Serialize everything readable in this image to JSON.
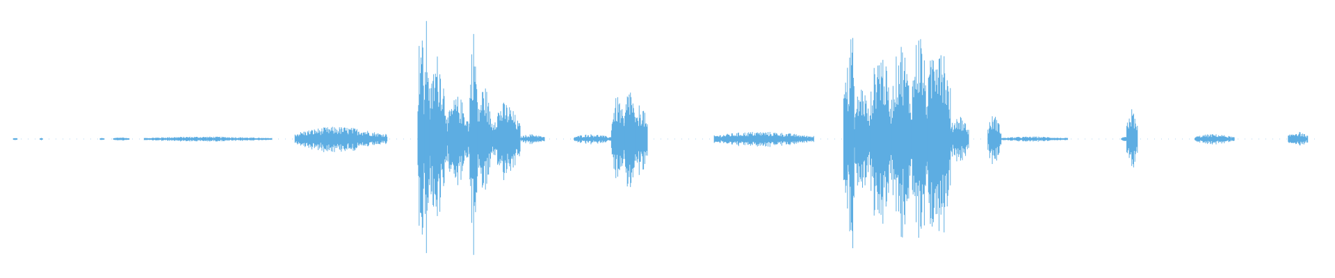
{
  "waveform": {
    "name": "audio-waveform",
    "color": "#5DADE2",
    "duration_fraction_axis": "normalized",
    "segments": [
      {
        "start": 0.01,
        "end": 0.013,
        "peak": 0.01
      },
      {
        "start": 0.03,
        "end": 0.032,
        "peak": 0.01
      },
      {
        "start": 0.075,
        "end": 0.078,
        "peak": 0.01
      },
      {
        "start": 0.085,
        "end": 0.097,
        "peak": 0.015
      },
      {
        "start": 0.108,
        "end": 0.204,
        "peak": 0.02
      },
      {
        "start": 0.221,
        "end": 0.29,
        "peak": 0.1
      },
      {
        "start": 0.313,
        "end": 0.318,
        "peak": 1.0
      },
      {
        "start": 0.318,
        "end": 0.322,
        "peak": 1.0
      },
      {
        "start": 0.322,
        "end": 0.335,
        "peak": 0.7
      },
      {
        "start": 0.335,
        "end": 0.352,
        "peak": 0.35
      },
      {
        "start": 0.352,
        "end": 0.358,
        "peak": 0.9
      },
      {
        "start": 0.358,
        "end": 0.368,
        "peak": 0.45
      },
      {
        "start": 0.368,
        "end": 0.39,
        "peak": 0.3
      },
      {
        "start": 0.39,
        "end": 0.408,
        "peak": 0.04
      },
      {
        "start": 0.43,
        "end": 0.458,
        "peak": 0.04
      },
      {
        "start": 0.458,
        "end": 0.468,
        "peak": 0.35
      },
      {
        "start": 0.468,
        "end": 0.476,
        "peak": 0.45
      },
      {
        "start": 0.476,
        "end": 0.485,
        "peak": 0.3
      },
      {
        "start": 0.535,
        "end": 0.61,
        "peak": 0.06
      },
      {
        "start": 0.632,
        "end": 0.636,
        "peak": 0.95
      },
      {
        "start": 0.636,
        "end": 0.64,
        "peak": 1.0
      },
      {
        "start": 0.64,
        "end": 0.652,
        "peak": 0.45
      },
      {
        "start": 0.652,
        "end": 0.668,
        "peak": 0.75
      },
      {
        "start": 0.668,
        "end": 0.683,
        "peak": 0.8
      },
      {
        "start": 0.683,
        "end": 0.695,
        "peak": 0.9
      },
      {
        "start": 0.695,
        "end": 0.712,
        "peak": 0.95
      },
      {
        "start": 0.712,
        "end": 0.726,
        "peak": 0.2
      },
      {
        "start": 0.74,
        "end": 0.75,
        "peak": 0.2
      },
      {
        "start": 0.75,
        "end": 0.8,
        "peak": 0.02
      },
      {
        "start": 0.84,
        "end": 0.852,
        "peak": 0.02
      },
      {
        "start": 0.844,
        "end": 0.852,
        "peak": 0.25
      },
      {
        "start": 0.895,
        "end": 0.925,
        "peak": 0.04
      },
      {
        "start": 0.965,
        "end": 0.98,
        "peak": 0.06
      }
    ]
  }
}
